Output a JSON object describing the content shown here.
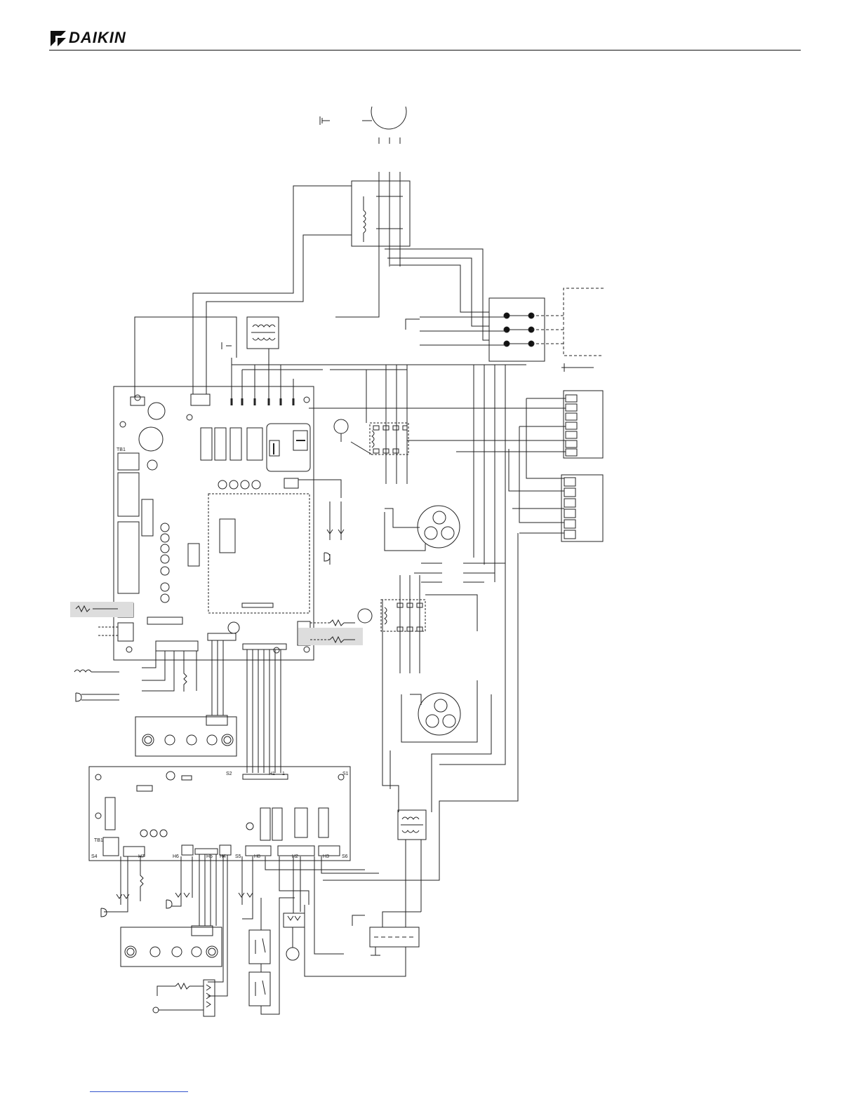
{
  "header": {
    "brand": "DAIKIN",
    "brand_color": "#111111",
    "logo_icon": "daikin-delta-logo-icon"
  },
  "board_upper": {
    "label_tb": "TB1"
  },
  "board_lower": {
    "labels": {
      "s1": "S1",
      "s2": "S2",
      "s4": "S4",
      "s5": "S5",
      "s6": "S6",
      "tb1": "TB1",
      "h1": "H1",
      "h2": "H2",
      "h3": "H3",
      "h4": "H4",
      "h5": "H5",
      "h6": "H6",
      "h7": "H7",
      "h8": "H8",
      "one": "1"
    }
  },
  "footer": {
    "link_color": "#3355cc"
  }
}
